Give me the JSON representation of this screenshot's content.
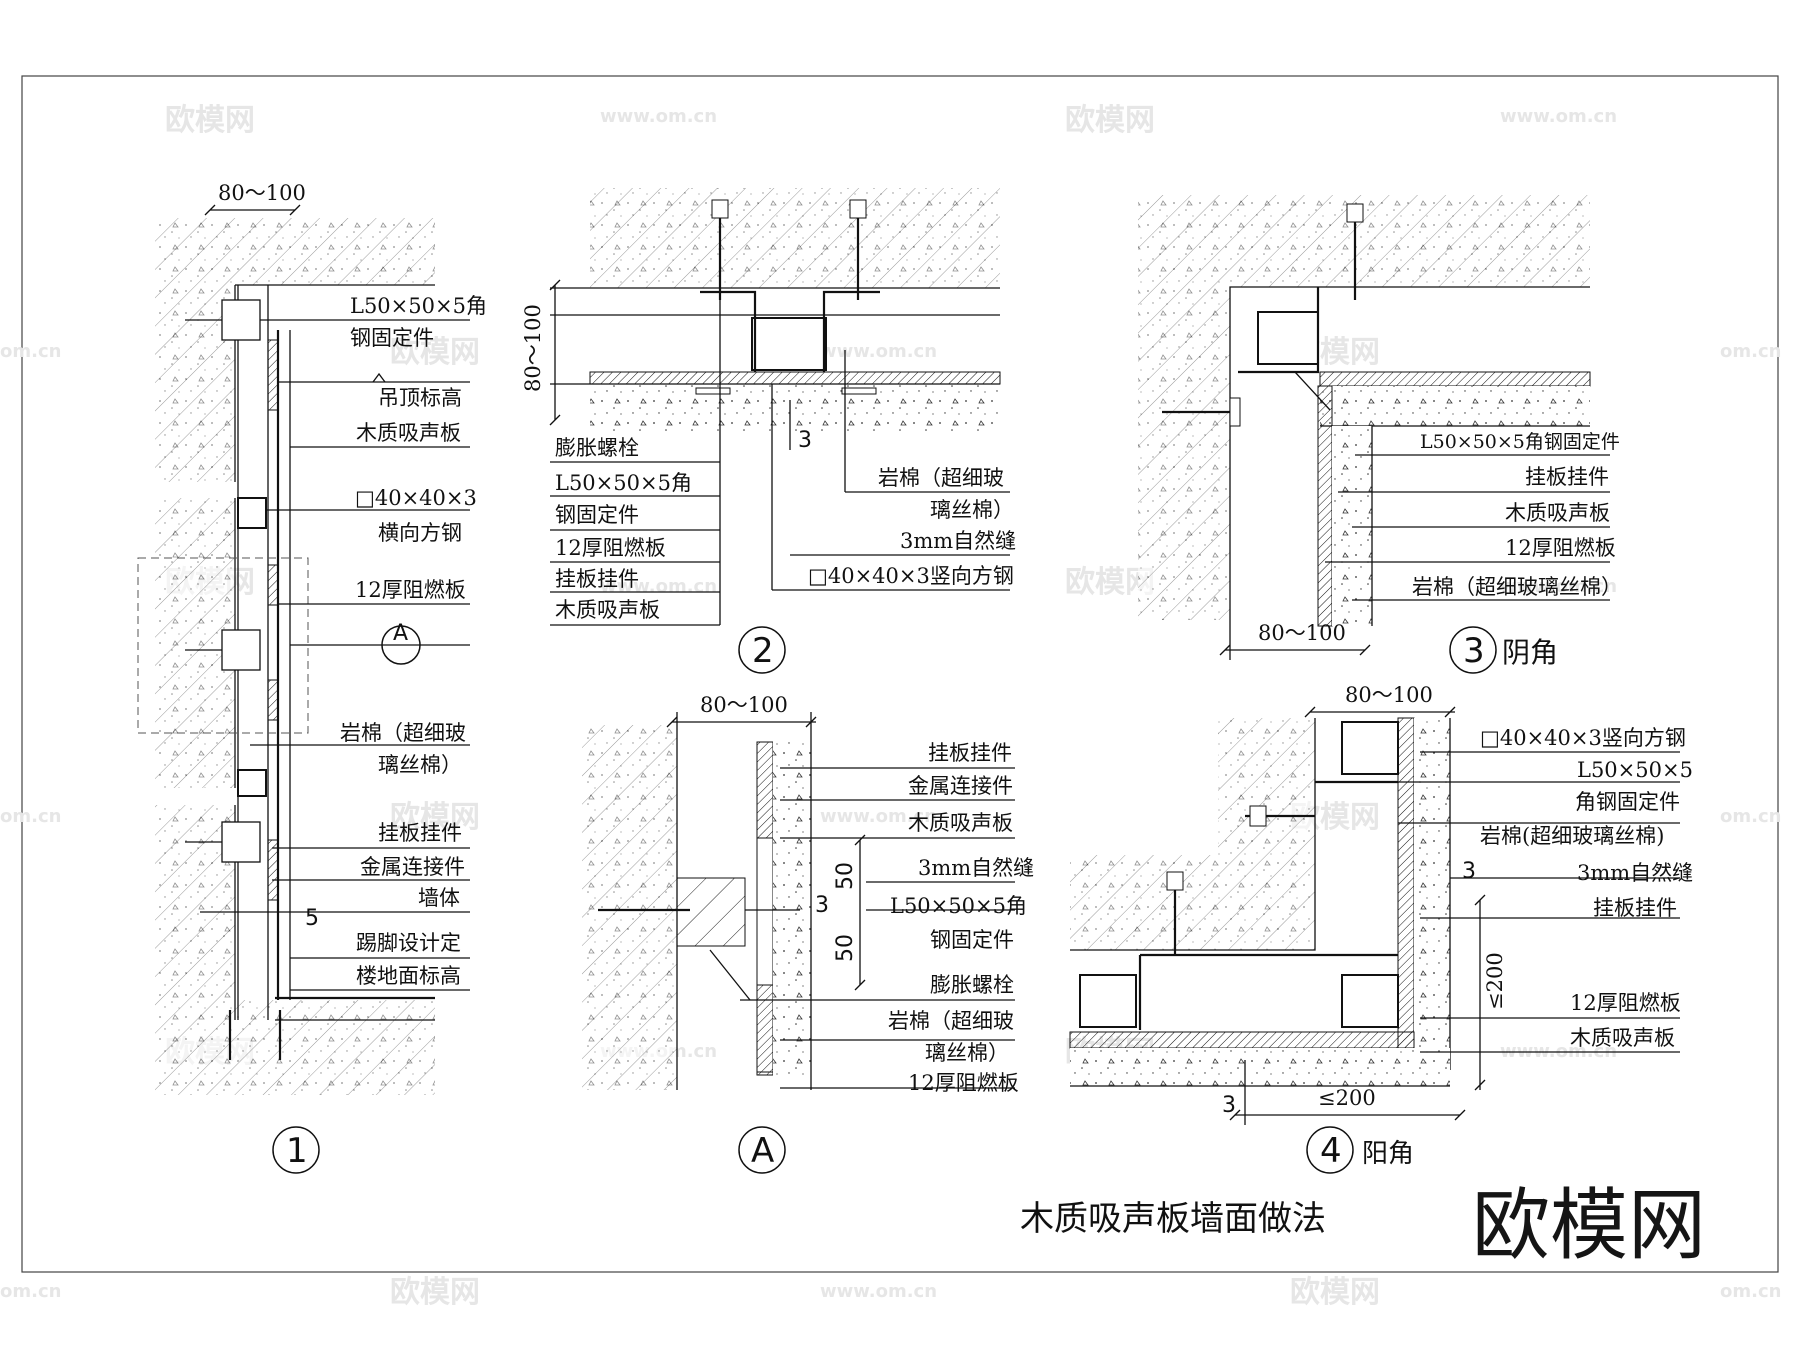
{
  "title": "木质吸声板墙面做法",
  "brand": "欧模网",
  "watermarks": {
    "logo": "欧模网",
    "url": "www.om.cn",
    "url_short": "om.cn"
  },
  "detail1": {
    "number": "1",
    "dim_top": "80～100",
    "labels": [
      "L50×50×5角",
      "钢固定件",
      "吊顶标高",
      "木质吸声板",
      "□40×40×3",
      "横向方钢",
      "12厚阻燃板",
      "岩棉（超细玻",
      "璃丝棉）",
      "挂板挂件",
      "金属连接件",
      "墙体",
      "踢脚设计定",
      "楼地面标高"
    ],
    "callout": "A",
    "dim_small": "5"
  },
  "detail2": {
    "number": "2",
    "dim_side": "80～100",
    "dim_gap": "3",
    "labels_left": [
      "膨胀螺栓",
      "L50×50×5角",
      "钢固定件",
      "12厚阻燃板",
      "挂板挂件",
      "木质吸声板"
    ],
    "labels_right": [
      "岩棉（超细玻",
      "璃丝棉）",
      "3mm自然缝",
      "□40×40×3竖向方钢"
    ]
  },
  "detail3": {
    "number": "3",
    "name": "阴角",
    "dim_bottom": "80～100",
    "labels": [
      "L50×50×5角钢固定件",
      "挂板挂件",
      "木质吸声板",
      "12厚阻燃板",
      "岩棉（超细玻璃丝棉）"
    ]
  },
  "detailA": {
    "number": "A",
    "dim_top": "80～100",
    "dim_a": "50",
    "dim_b": "50",
    "dim_c": "3",
    "labels": [
      "挂板挂件",
      "金属连接件",
      "木质吸声板",
      "3mm自然缝",
      "L50×50×5角",
      "钢固定件",
      "膨胀螺栓",
      "岩棉（超细玻",
      "璃丝棉）",
      "12厚阻燃板"
    ]
  },
  "detail4": {
    "number": "4",
    "name": "阳角",
    "dim_top": "80～100",
    "dim_bottom": "≤200",
    "dim_side": "≤200",
    "dim_gap": "3",
    "dim_gap_b": "3",
    "labels": [
      "□40×40×3竖向方钢",
      "L50×50×5",
      "角钢固定件",
      "岩棉(超细玻璃丝棉)",
      "3mm自然缝",
      "挂板挂件",
      "12厚阻燃板",
      "木质吸声板"
    ]
  }
}
